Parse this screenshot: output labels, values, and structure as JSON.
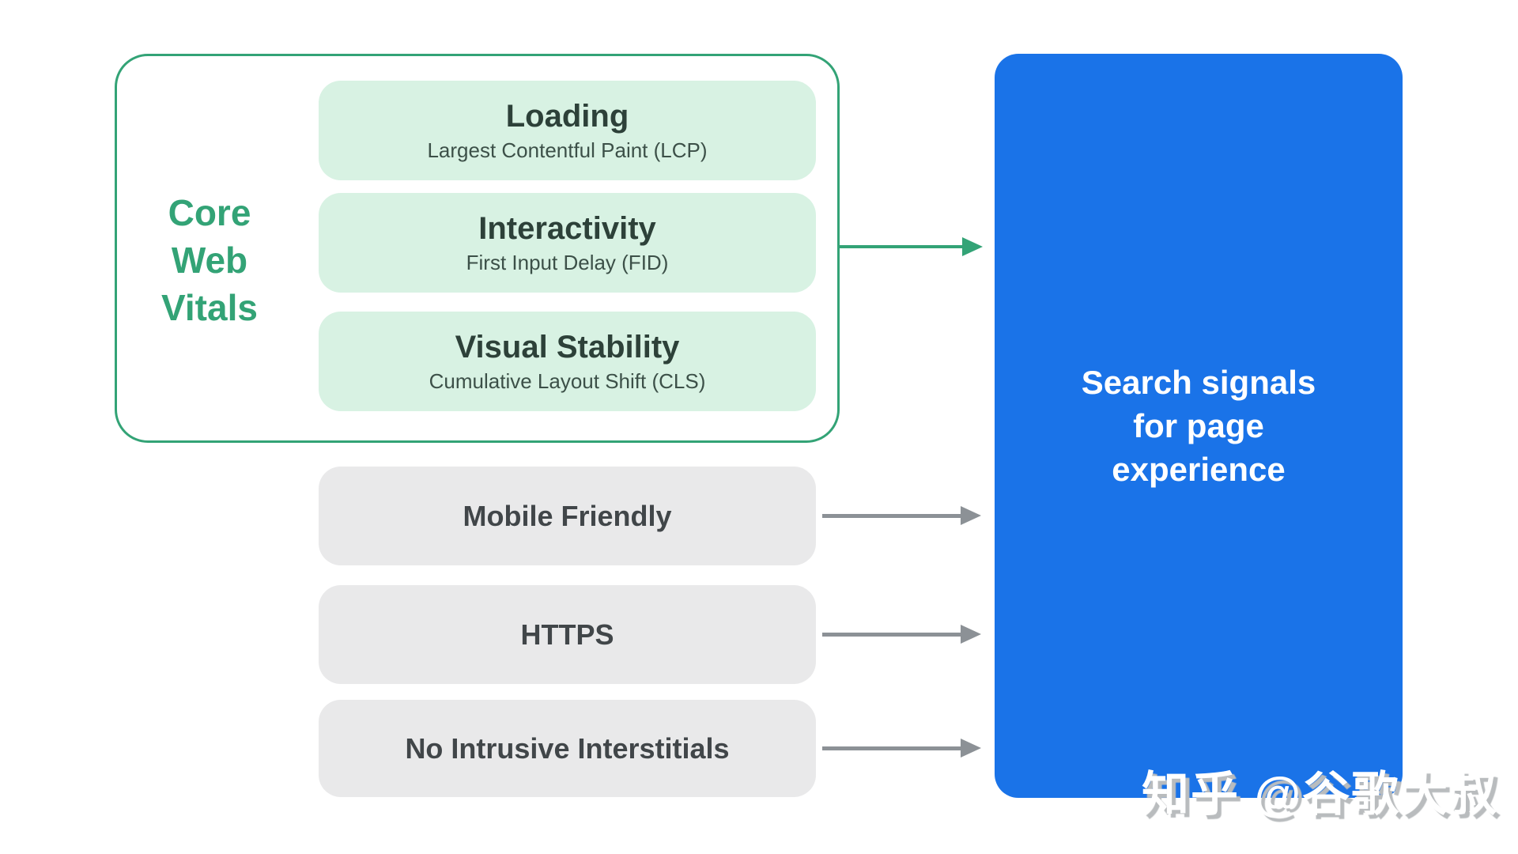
{
  "core_web_vitals": {
    "group_label": "Core Web Vitals",
    "items": [
      {
        "title": "Loading",
        "subtitle": "Largest Contentful Paint (LCP)"
      },
      {
        "title": "Interactivity",
        "subtitle": "First Input Delay (FID)"
      },
      {
        "title": "Visual Stability",
        "subtitle": "Cumulative Layout Shift (CLS)"
      }
    ]
  },
  "other_signals": {
    "items": [
      {
        "label": "Mobile Friendly"
      },
      {
        "label": "HTTPS"
      },
      {
        "label": "No Intrusive Interstitials"
      }
    ]
  },
  "result_panel": {
    "lines": [
      "Search signals",
      "for page",
      "experience"
    ]
  },
  "watermark": {
    "text": "知乎 @谷歌大叔"
  },
  "colors": {
    "green": "#33A376",
    "mint_fill": "#D8F2E3",
    "vital_title_text": "#2D4139",
    "vital_subtitle_text": "#3C5048",
    "gray_pill_fill": "#E9E9EA",
    "gray_pill_text": "#414649",
    "gray_arrow": "#8C9196",
    "blue_panel": "#1A73E8",
    "panel_text": "#FFFFFF",
    "watermark_shadow": "#B9BCBE"
  }
}
